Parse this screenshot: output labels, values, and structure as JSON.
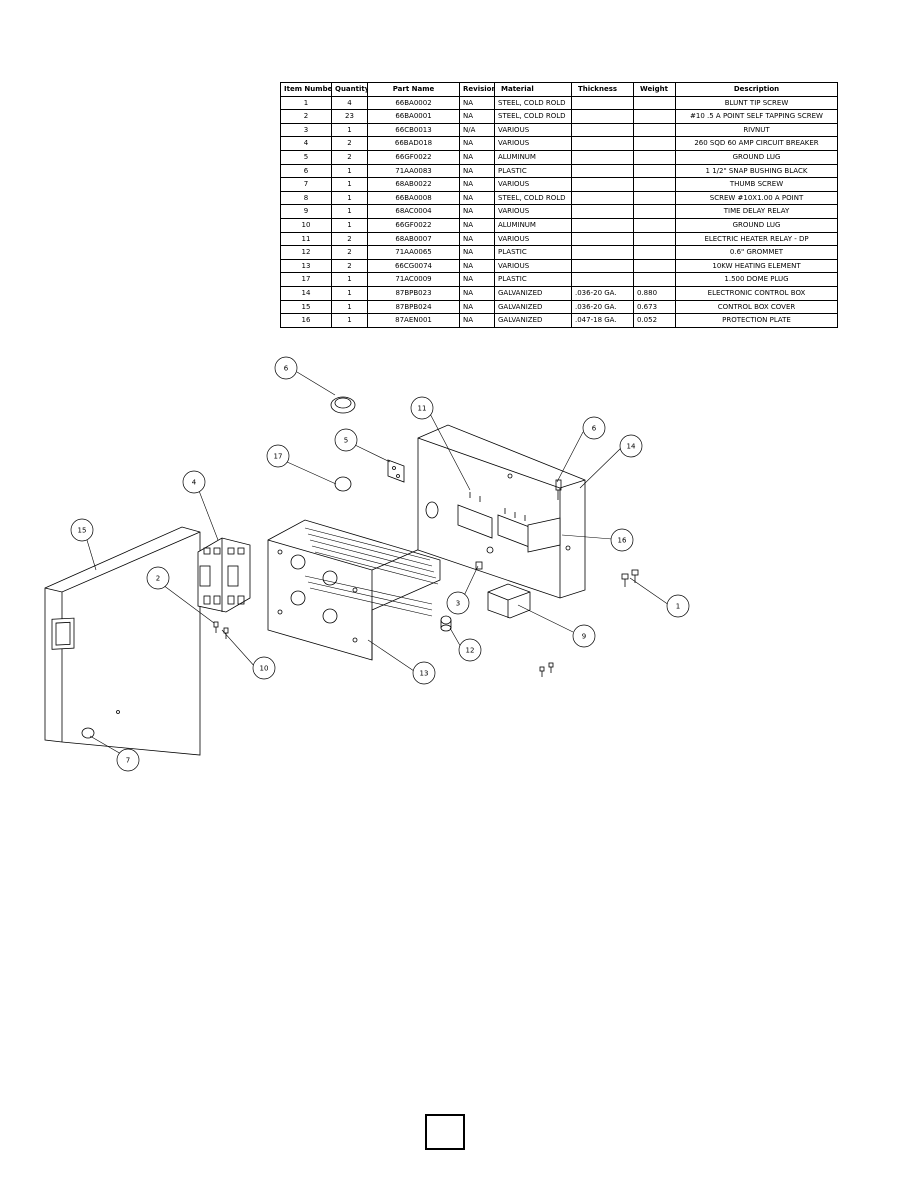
{
  "bom": {
    "headers": [
      "Item Number",
      "Quantity",
      "Part Name",
      "Revision",
      "Material",
      "Thickness",
      "Weight",
      "Description"
    ],
    "rows": [
      [
        "1",
        "4",
        "66BA0002",
        "NA",
        "STEEL, COLD ROLD",
        "",
        "",
        "BLUNT TIP SCREW"
      ],
      [
        "2",
        "23",
        "66BA0001",
        "NA",
        "STEEL, COLD ROLD",
        "",
        "",
        "#10 .5 A POINT SELF TAPPING SCREW"
      ],
      [
        "3",
        "1",
        "66CB0013",
        "N/A",
        "VARIOUS",
        "",
        "",
        "RIVNUT"
      ],
      [
        "4",
        "2",
        "66BAD018",
        "NA",
        "VARIOUS",
        "",
        "",
        "260 SQD 60 AMP CIRCUIT BREAKER"
      ],
      [
        "5",
        "2",
        "66GF0022",
        "NA",
        "ALUMINUM",
        "",
        "",
        "GROUND LUG"
      ],
      [
        "6",
        "1",
        "71AA0083",
        "NA",
        "PLASTIC",
        "",
        "",
        "1 1/2\" SNAP BUSHING BLACK"
      ],
      [
        "7",
        "1",
        "68AB0022",
        "NA",
        "VARIOUS",
        "",
        "",
        "THUMB SCREW"
      ],
      [
        "8",
        "1",
        "66BA0008",
        "NA",
        "STEEL, COLD ROLD",
        "",
        "",
        "SCREW #10X1.00 A POINT"
      ],
      [
        "9",
        "1",
        "68AC0004",
        "NA",
        "VARIOUS",
        "",
        "",
        "TIME DELAY RELAY"
      ],
      [
        "10",
        "1",
        "66GF0022",
        "NA",
        "ALUMINUM",
        "",
        "",
        "GROUND LUG"
      ],
      [
        "11",
        "2",
        "68AB0007",
        "NA",
        "VARIOUS",
        "",
        "",
        "ELECTRIC HEATER RELAY - DP"
      ],
      [
        "12",
        "2",
        "71AA0065",
        "NA",
        "PLASTIC",
        "",
        "",
        "0.6\" GROMMET"
      ],
      [
        "13",
        "2",
        "66CG0074",
        "NA",
        "VARIOUS",
        "",
        "",
        "10KW HEATING ELEMENT"
      ],
      [
        "17",
        "1",
        "71AC0009",
        "NA",
        "PLASTIC",
        "",
        "",
        "1.500 DOME PLUG"
      ],
      [
        "14",
        "1",
        "87BPB023",
        "NA",
        "GALVANIZED",
        ".036-20 GA.",
        "0.880",
        "ELECTRONIC CONTROL BOX"
      ],
      [
        "15",
        "1",
        "87BPB024",
        "NA",
        "GALVANIZED",
        ".036-20 GA.",
        "0.673",
        "CONTROL BOX COVER"
      ],
      [
        "16",
        "1",
        "87AEN001",
        "NA",
        "GALVANIZED",
        ".047-18 GA.",
        "0.052",
        "PROTECTION PLATE"
      ]
    ]
  },
  "callouts": [
    "1",
    "2",
    "3",
    "4",
    "5",
    "6",
    "6",
    "7",
    "10",
    "11",
    "12",
    "13",
    "14",
    "15",
    "16",
    "17"
  ],
  "colors": {
    "line": "#000000",
    "background": "#ffffff"
  }
}
